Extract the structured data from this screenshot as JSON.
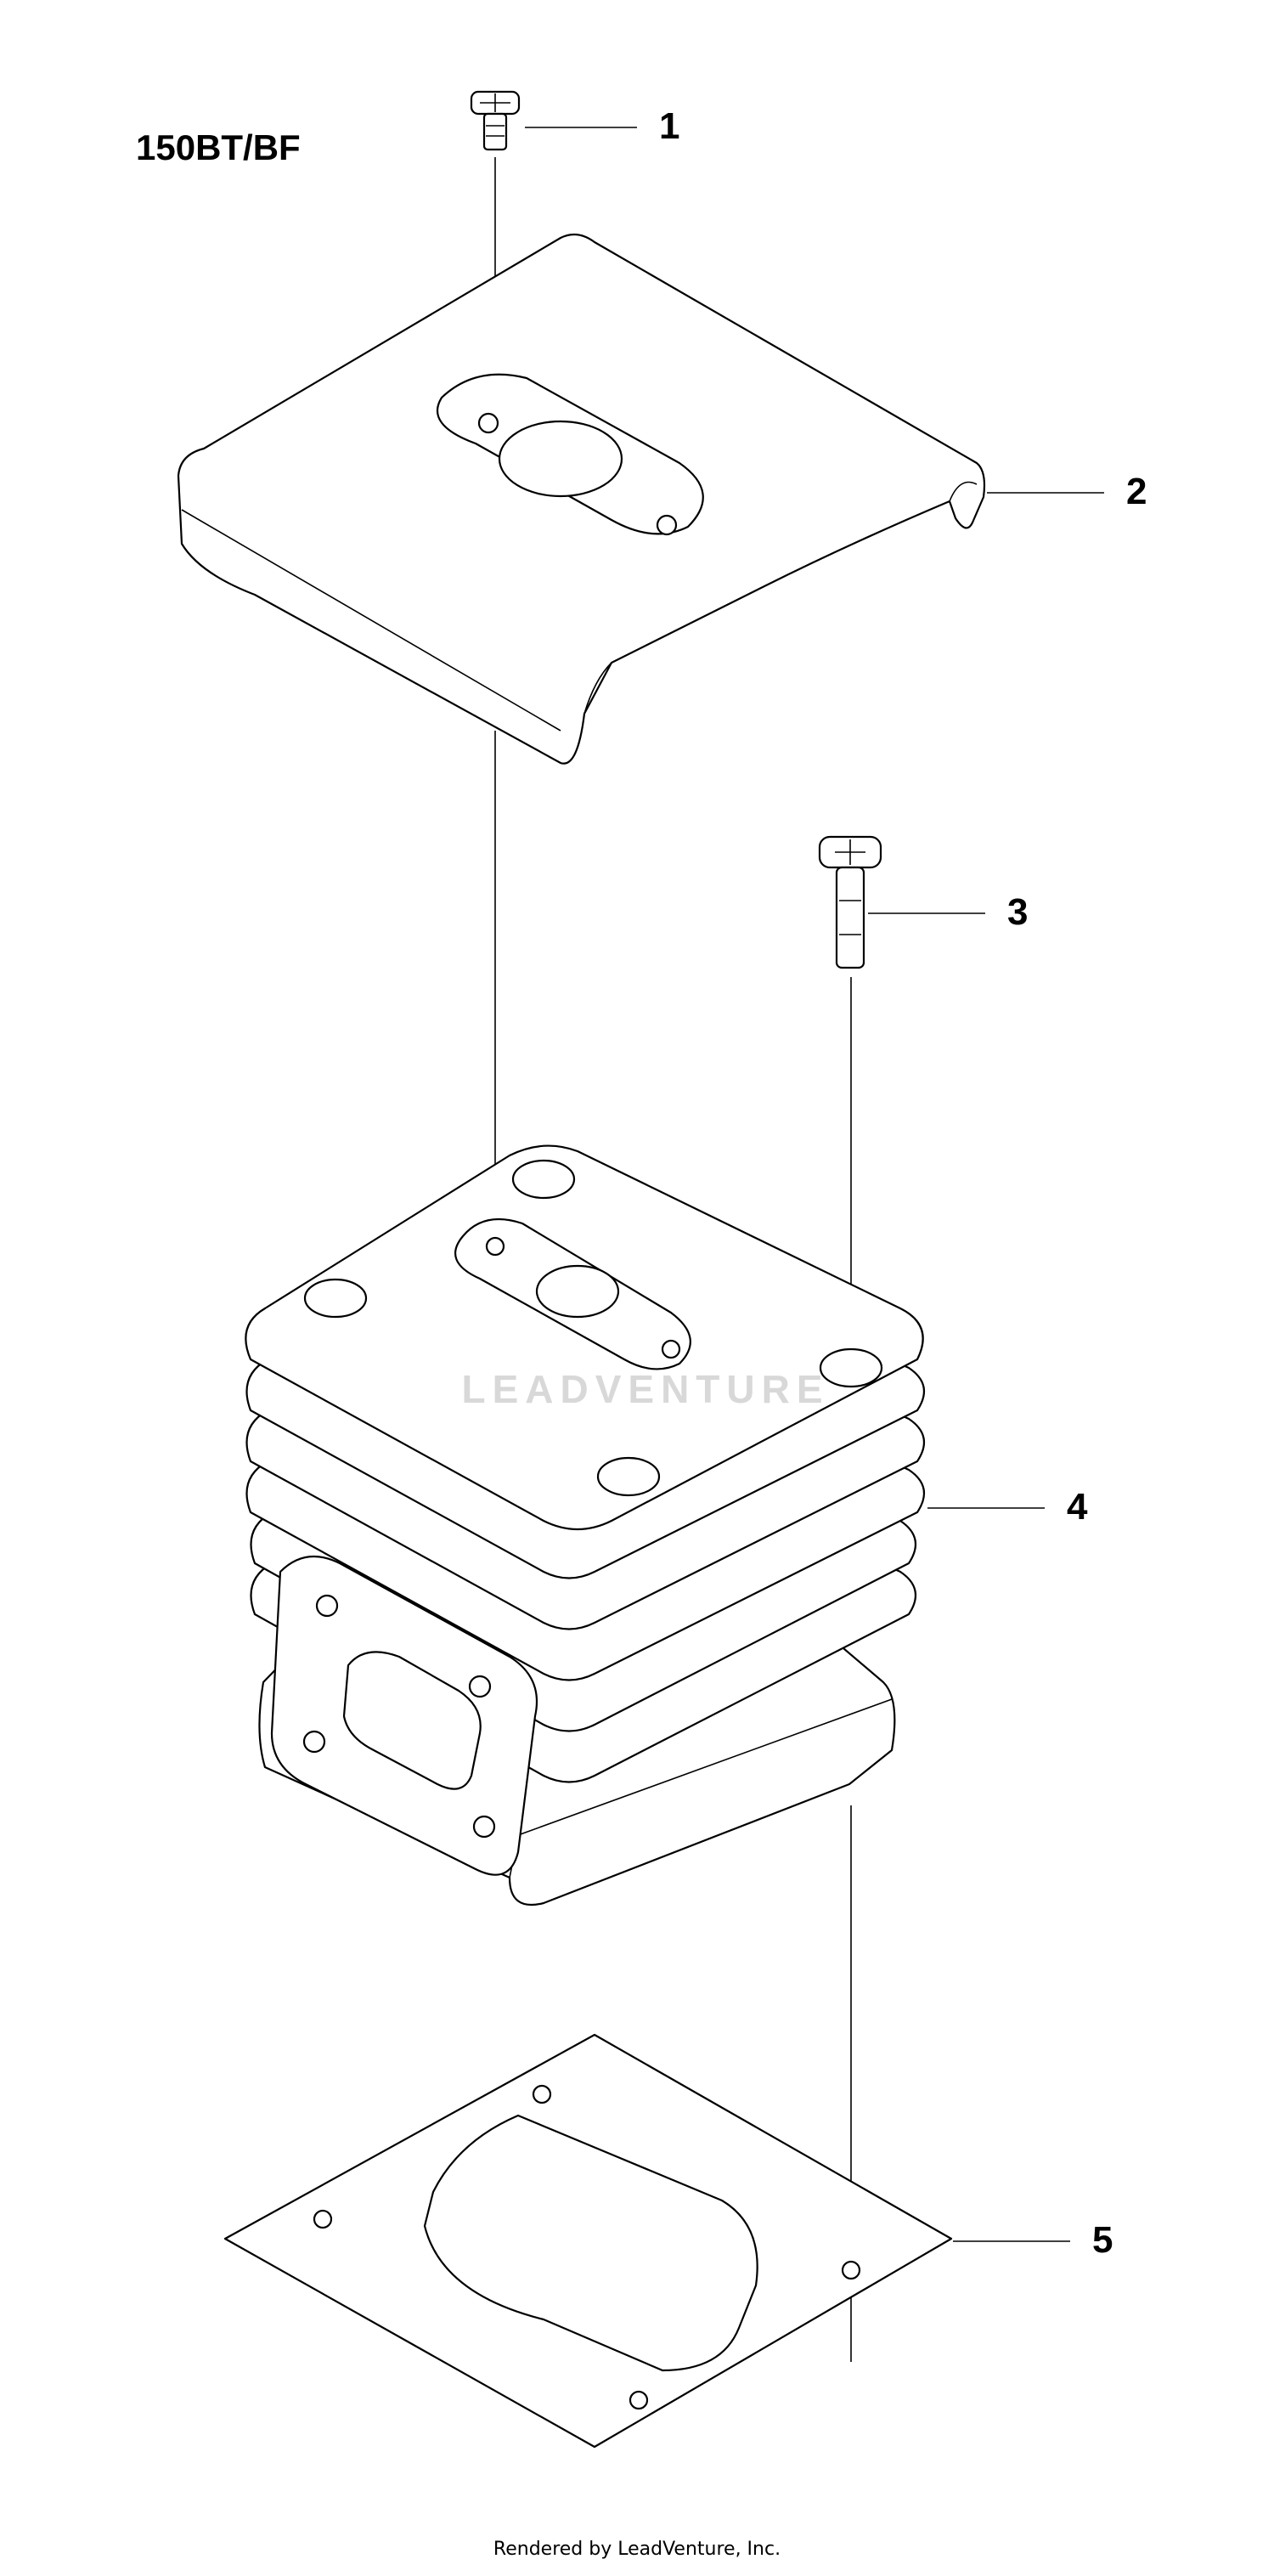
{
  "model": "150BT/BF",
  "callouts": [
    {
      "label": "1"
    },
    {
      "label": "2"
    },
    {
      "label": "3"
    },
    {
      "label": "4"
    },
    {
      "label": "5"
    }
  ],
  "watermark": "LEADVENTURE",
  "footer": "Rendered by LeadVenture, Inc."
}
